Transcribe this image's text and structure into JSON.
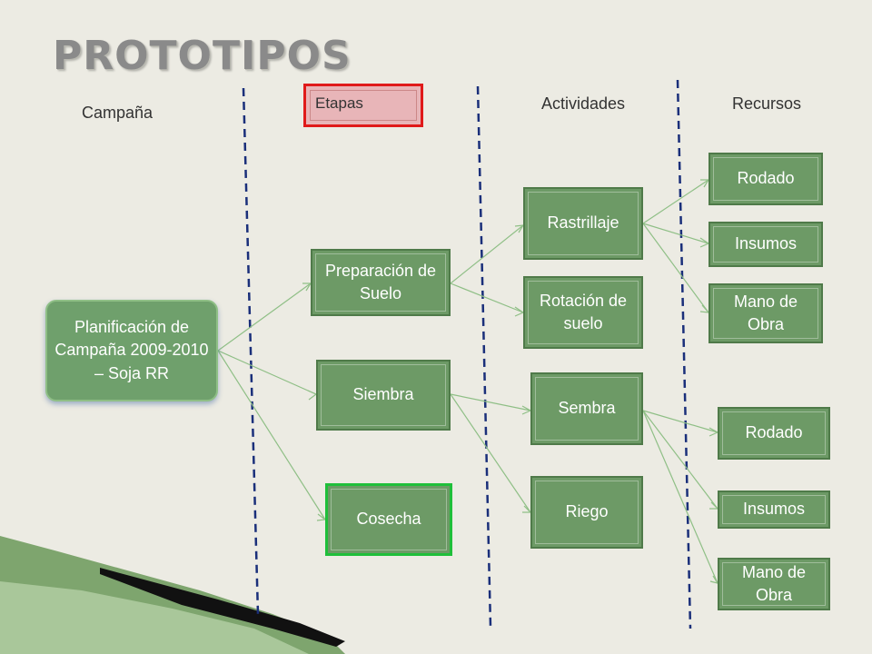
{
  "title": "PROTOTIPOS",
  "columns": {
    "campana": "Campaña",
    "etapas": "Etapas",
    "actividades": "Actividades",
    "recursos": "Recursos"
  },
  "nodes": {
    "root": "Planificación de Campaña 2009-2010 – Soja RR",
    "preparacion": "Preparación de Suelo",
    "siembra": "Siembra",
    "cosecha": "Cosecha",
    "rastrillaje": "Rastrillaje",
    "rotacion": "Rotación de suelo",
    "sembra": "Sembra",
    "riego": "Riego",
    "rodado1": "Rodado",
    "insumos1": "Insumos",
    "mano1": "Mano de Obra",
    "rodado2": "Rodado",
    "insumos2": "Insumos",
    "mano2": "Mano de Obra"
  },
  "colors": {
    "node_fill": "#6d9a66",
    "node_border": "#4f7a49",
    "highlight_red": "#e01a1a",
    "highlight_green": "#1fbf3a",
    "divider": "#1a2f7a",
    "connector": "#8fbf86"
  }
}
